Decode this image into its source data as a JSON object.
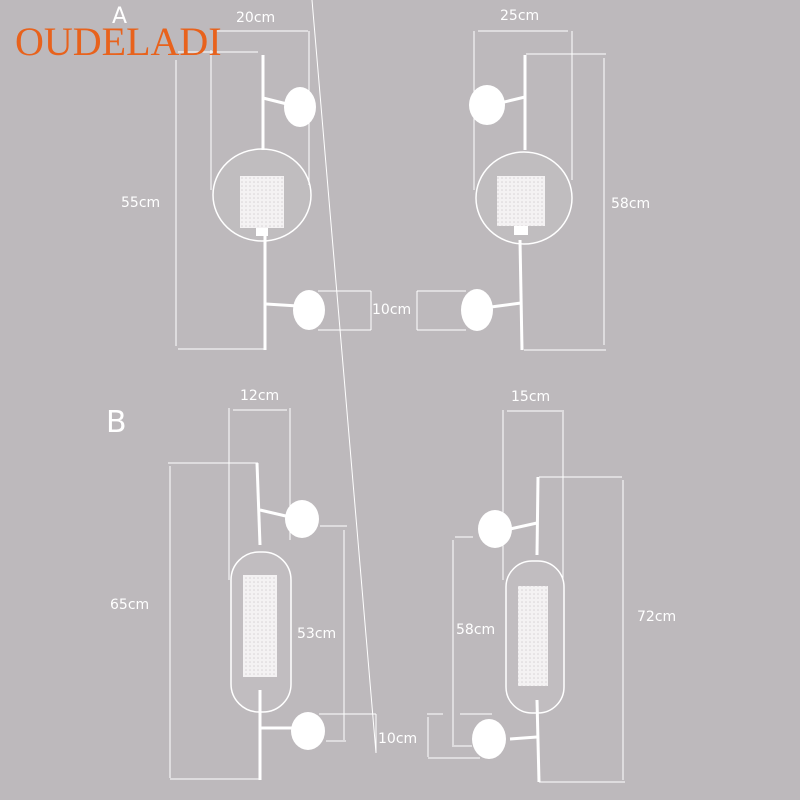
{
  "brand": {
    "logo_text": "OUDELADI",
    "color": "#e8621c"
  },
  "background_color": "#bdb9bc",
  "line_color": "#ffffff",
  "variants": [
    {
      "label": "A",
      "shade": "globe",
      "left_lamp": {
        "width": "20cm",
        "height": "55cm",
        "backplate_depth": "10cm"
      },
      "right_lamp": {
        "width": "25cm",
        "height": "58cm"
      }
    },
    {
      "label": "B",
      "shade": "capsule",
      "left_lamp": {
        "width": "12cm",
        "height": "65cm",
        "arm_spacing": "53cm",
        "backplate_depth": "10cm"
      },
      "right_lamp": {
        "width": "15cm",
        "height": "72cm",
        "arm_spacing": "58cm"
      }
    }
  ]
}
